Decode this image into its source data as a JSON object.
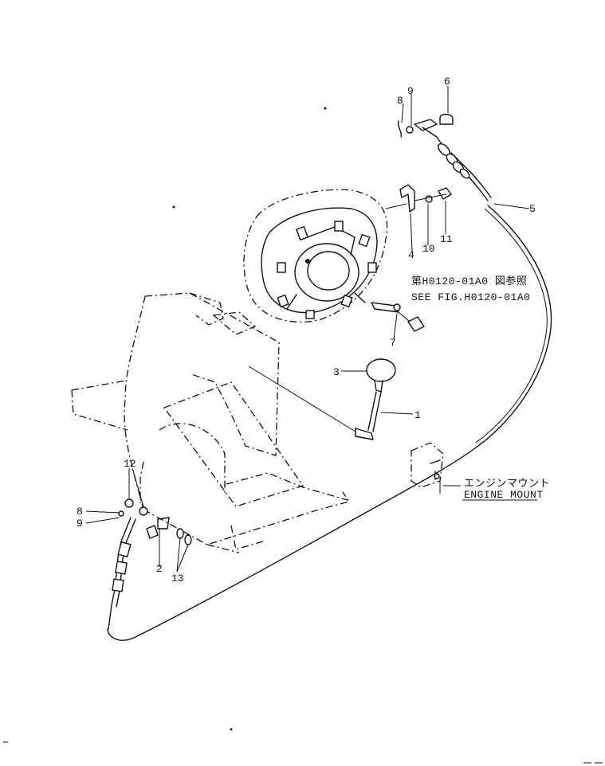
{
  "callouts": {
    "c1": "1",
    "c2": "2",
    "c3": "3",
    "c4": "4",
    "c5": "5",
    "c6": "6",
    "c7": "7",
    "c8a": "8",
    "c8b": "8",
    "c9a": "9",
    "c9b": "9",
    "c10": "10",
    "c11": "11",
    "c12": "12",
    "c13": "13"
  },
  "notes": {
    "see_fig_jp": "第H0120-01A0 図参照",
    "see_fig_en": "SEE FIG.H0120-01A0",
    "engine_mount_jp": "エンジンマウント",
    "engine_mount_en": "ENGINE MOUNT"
  }
}
